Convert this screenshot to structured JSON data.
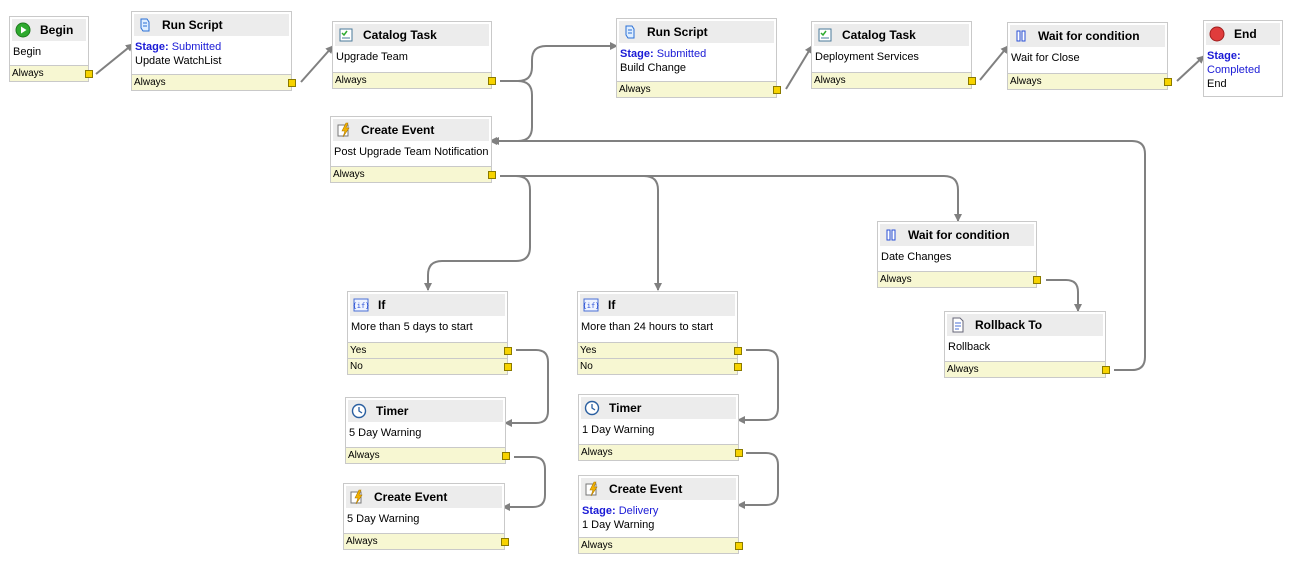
{
  "nodes": {
    "begin": {
      "title": "Begin",
      "line": "Begin",
      "exit": "Always"
    },
    "run_script_1": {
      "title": "Run Script",
      "stage_label": "Stage:",
      "stage_value": "Submitted",
      "line": "Update WatchList",
      "exit": "Always"
    },
    "catalog_task_1": {
      "title": "Catalog Task",
      "line": "Upgrade Team",
      "exit": "Always"
    },
    "create_event_1": {
      "title": "Create Event",
      "line": "Post Upgrade Team Notification",
      "exit": "Always"
    },
    "run_script_2": {
      "title": "Run Script",
      "stage_label": "Stage:",
      "stage_value": "Submitted",
      "line": "Build Change",
      "exit": "Always"
    },
    "catalog_task_2": {
      "title": "Catalog Task",
      "line": "Deployment Services",
      "exit": "Always"
    },
    "wait_1": {
      "title": "Wait for condition",
      "line": "Wait for Close",
      "exit": "Always"
    },
    "end": {
      "title": "End",
      "stage_label": "Stage:",
      "stage_value": "Completed",
      "line": "End"
    },
    "wait_2": {
      "title": "Wait for condition",
      "line": "Date Changes",
      "exit": "Always"
    },
    "rollback": {
      "title": "Rollback To",
      "line": "Rollback",
      "exit": "Always"
    },
    "if_1": {
      "title": "If",
      "line": "More than 5 days to start",
      "exit_yes": "Yes",
      "exit_no": "No"
    },
    "timer_1": {
      "title": "Timer",
      "line": "5 Day Warning",
      "exit": "Always"
    },
    "create_event_2": {
      "title": "Create Event",
      "line": "5 Day Warning",
      "exit": "Always"
    },
    "if_2": {
      "title": "If",
      "line": "More than 24 hours to start",
      "exit_yes": "Yes",
      "exit_no": "No"
    },
    "timer_2": {
      "title": "Timer",
      "line": "1 Day Warning",
      "exit": "Always"
    },
    "create_event_3": {
      "title": "Create Event",
      "stage_label": "Stage:",
      "stage_value": "Delivery",
      "line": "1 Day Warning",
      "exit": "Always"
    }
  },
  "icons": {
    "begin": "play-circle-icon",
    "run_script": "script-icon",
    "catalog_task": "checklist-icon",
    "create_event": "event-icon",
    "wait": "pause-icon",
    "end": "stop-circle-icon",
    "rollback": "document-icon",
    "if": "condition-icon",
    "timer": "clock-icon"
  },
  "colors": {
    "exit_bar": "#f7f7d2",
    "port": "#f7d300",
    "stage_text": "#1a1ad6",
    "connector": "#808080",
    "begin_green": "#2eaa2e",
    "end_red": "#e03c3c"
  }
}
